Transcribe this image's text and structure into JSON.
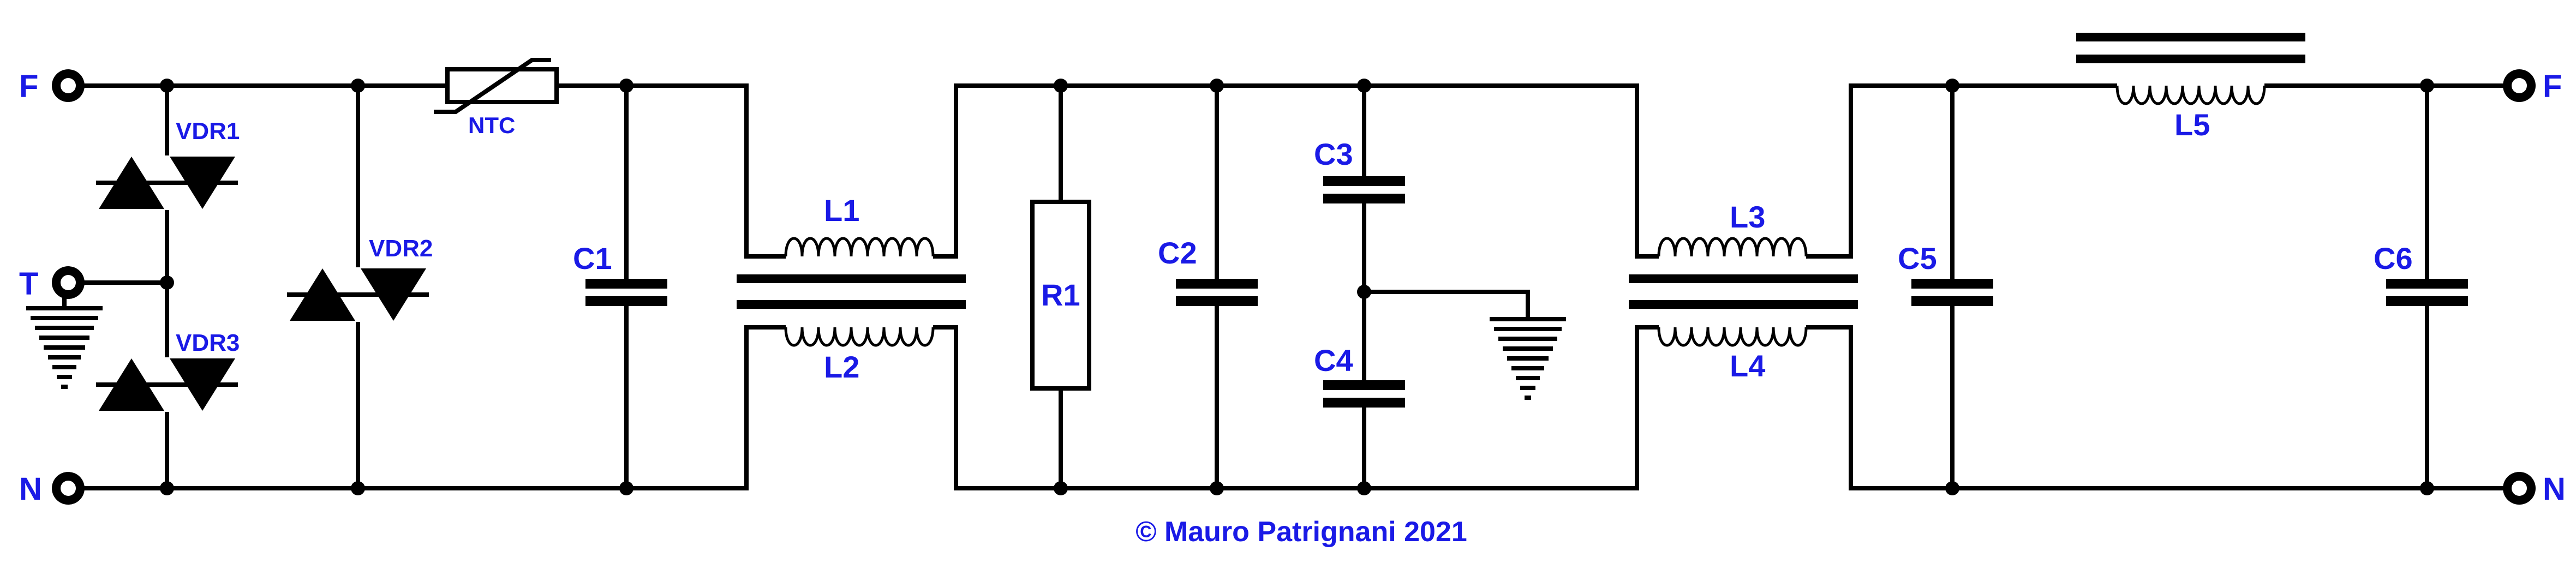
{
  "colors": {
    "label": "#1a1ae6",
    "ink": "#000000",
    "background": "#ffffff"
  },
  "terminals": {
    "left_f": "F",
    "left_t": "T",
    "left_n": "N",
    "right_f": "F",
    "right_n": "N"
  },
  "components": {
    "vdr1": "VDR1",
    "vdr2": "VDR2",
    "vdr3": "VDR3",
    "ntc": "NTC",
    "c1": "C1",
    "c2": "C2",
    "c3": "C3",
    "c4": "C4",
    "c5": "C5",
    "c6": "C6",
    "l1": "L1",
    "l2": "L2",
    "l3": "L3",
    "l4": "L4",
    "l5": "L5",
    "r1": "R1"
  },
  "credit": "© Mauro Patrignani 2021",
  "icons": [
    "ground-icon",
    "varistor-icon",
    "thermistor-icon",
    "capacitor-icon",
    "inductor-icon",
    "resistor-icon",
    "terminal-icon"
  ]
}
